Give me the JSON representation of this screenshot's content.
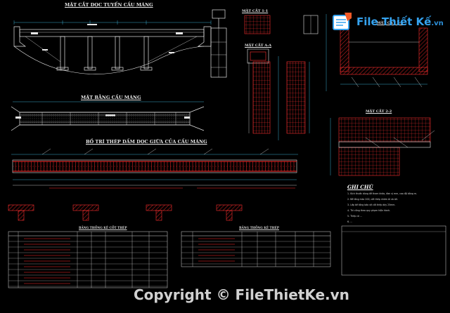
{
  "drawing": {
    "long_section_title": "MẶT CẮT DỌC TUYẾN CẦU MÁNG",
    "plan_title": "MẶT BẰNG CẦU MÁNG",
    "beam_rebar_title": "BỐ TRÍ THÉP DẦM DỌC GIỮA CỦA CẦU MÁNG",
    "section_1_title": "MẶT CẮT 1-1",
    "section_aa_title": "MẶT CẮT A-A",
    "section_2_title": "MẶT CẮT 2-2",
    "section_3_title": "MẶT CẮT 3-3",
    "rebar_table_title": "BẢNG THỐNG KÊ CỐT THÉP",
    "rebar_summary_title": "BẢNG THỐNG KÊ THÉP"
  },
  "notes": {
    "title": "GHI CHÚ",
    "lines": [
      "1- Kích thước dùng để tham khảo, đơn vị mm, cao độ bằng m.",
      "2- Bê tông mác 200, cốt thép nhóm AI và AII.",
      "3- Lớp bê tông bảo vệ cốt thép dày 25mm.",
      "4- Thi công theo quy phạm hiện hành.",
      "5- Thép có ...",
      "6- ..."
    ]
  },
  "colors": {
    "background": "#000000",
    "line_primary": "#e6e6e6",
    "rebar": "#ff2a2a",
    "dimension": "#46d2ff",
    "hatch": "#ff3b3b",
    "logo_blue": "#35a3f0"
  },
  "logo": {
    "text_main": "File Thiết Kế",
    "text_sub": ".vn",
    "icon": "blueprint-logo-icon"
  },
  "watermark": {
    "text": "Copyright © FileThietKe.vn"
  }
}
